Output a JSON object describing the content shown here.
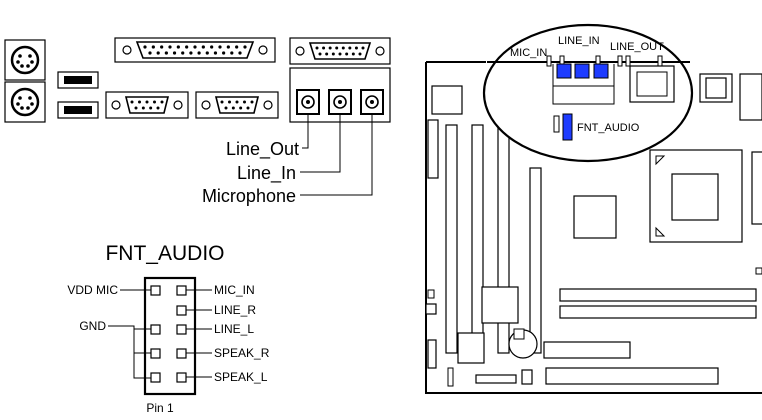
{
  "back_panel": {
    "labels": {
      "line_out": "Line_Out",
      "line_in": "Line_In",
      "microphone": "Microphone"
    }
  },
  "front_audio_header": {
    "title": "FNT_AUDIO",
    "left_labels": {
      "vdd_mic": "VDD MIC",
      "gnd": "GND"
    },
    "right_labels": {
      "mic_in": "MIC_IN",
      "line_r": "LINE_R",
      "line_l": "LINE_L",
      "speak_r": "SPEAK_R",
      "speak_l": "SPEAK_L"
    },
    "pin1_label": "Pin 1"
  },
  "motherboard": {
    "callout": {
      "mic_in": "MIC_IN",
      "line_in": "LINE_IN",
      "line_out": "LINE_OUT",
      "fnt_audio": "FNT_AUDIO"
    },
    "highlight_color": "#1e3cff"
  }
}
